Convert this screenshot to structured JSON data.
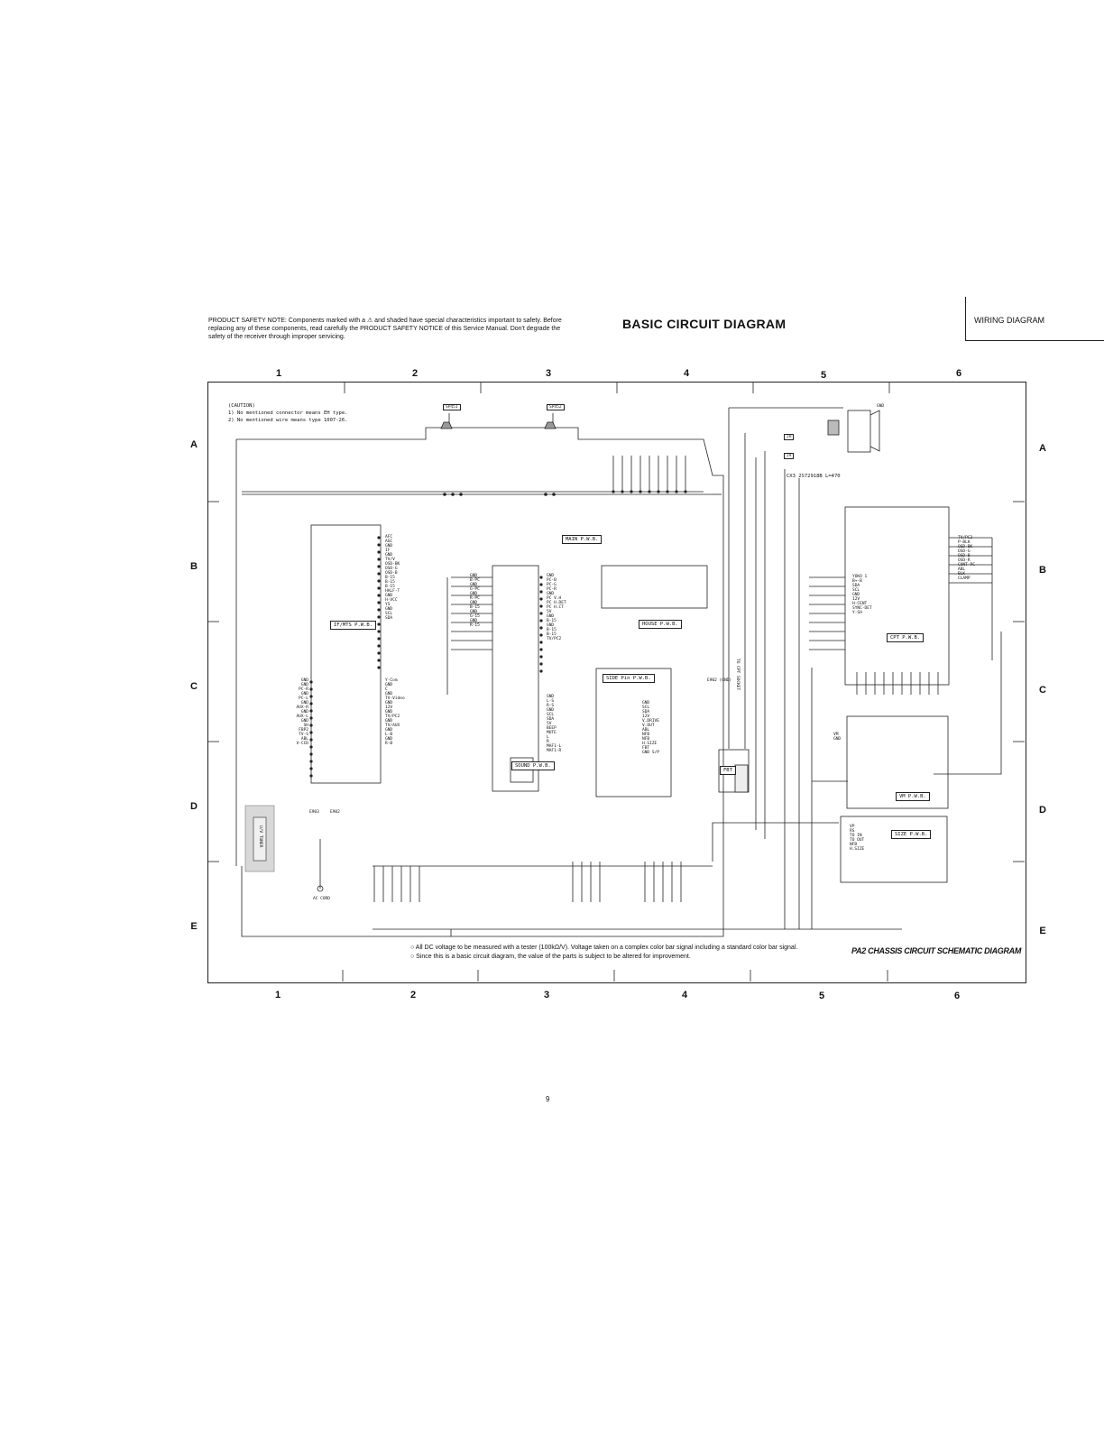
{
  "header": {
    "safety_note": "PRODUCT SAFETY NOTE: Components marked with a ⚠ and shaded have special characteristics important to safety. Before replacing any of these components, read carefully the PRODUCT SAFETY NOTICE of this Service Manual. Don't degrade the safety of the receiver through improper servicing.",
    "title": "BASIC CIRCUIT DIAGRAM",
    "section": "WIRING DIAGRAM"
  },
  "grid": {
    "columns": [
      "1",
      "2",
      "3",
      "4",
      "5",
      "6"
    ],
    "rows": [
      "A",
      "B",
      "C",
      "D",
      "E"
    ]
  },
  "caution": {
    "heading": "(CAUTION)",
    "lines": [
      "1) No mentioned connector means EH type.",
      "2) No mentioned wire means type 1007-26."
    ]
  },
  "boards": {
    "main": "MAIN P.W.B.",
    "ifmts": "IF/MTS P.W.B.",
    "house": "HOUSE P.W.B.",
    "sidepin": "SIDE Pin P.W.B.",
    "sound": "SOUND P.W.B.",
    "cpt": "CPT P.W.B.",
    "vm": "VM P.W.B.",
    "size": "SIZE P.W.B.",
    "tuner": "U/V TUNER",
    "fbt": "FBT",
    "ac_cord": "AC CORD"
  },
  "labels": {
    "sp1": "SP451",
    "sp2": "SP452",
    "jh": "JH",
    "js": "J9",
    "e902": "E902",
    "e903": "E903",
    "gnd": "GND",
    "cx": "CX3  2S72918B  L=470",
    "to_cpt": "TO CPT SOCKET",
    "e902b": "E902 (GND)"
  },
  "pins": {
    "ifmts": [
      "AFC",
      "AGC",
      "GND",
      "IF",
      "GND",
      "TV/V",
      "OSD-BK",
      "OSD-G",
      "OSD-B",
      "B-15",
      "B-15",
      "B-15",
      "HALF-T",
      "GND",
      "H-VCC",
      "YS",
      "GND",
      "SCL",
      "SDA"
    ],
    "ifmts_lower": [
      "Y-Com",
      "GND",
      "C",
      "GND",
      "TV-Video",
      "GND",
      "12V",
      "GND",
      "TV/PC2",
      "GND",
      "TV/AUX",
      "GND",
      "L-B",
      "GND",
      "R-B"
    ],
    "ifmts_left": [
      "GND",
      "GND",
      "PC-R",
      "GND",
      "PC-L",
      "GND",
      "AUX-R",
      "GND",
      "AUX-L",
      "GND",
      "SH",
      "FBP2",
      "TV-S",
      "ABL",
      "V-CCD"
    ],
    "main_left": [
      "GND",
      "B-PC",
      "GND",
      "G-PC",
      "GND",
      "R-PC",
      "GND",
      "B-15",
      "GND",
      "G-15",
      "GND",
      "R-15"
    ],
    "main_right": [
      "GND",
      "PC-B",
      "PC-G",
      "PC-R",
      "GND",
      "PC V.H",
      "PC H.DET",
      "PC H.CT",
      "5V",
      "GND",
      "B-15",
      "GND",
      "B-15",
      "B-15",
      "TV/PC2"
    ],
    "sound": [
      "GND",
      "L-S",
      "R-S",
      "GND",
      "SCL",
      "SDA",
      "5V",
      "BEEP",
      "MUTE",
      "L",
      "R",
      "MAF1-L",
      "MAF1-R"
    ],
    "sidepin": [
      "GND",
      "SCL",
      "SDA",
      "12V",
      "V.DRIVE",
      "V.OUT",
      "ABL",
      "NFB",
      "NFB",
      "H.SIZE",
      "FBT",
      "GND S/P"
    ],
    "cpt_left": [
      "YOKO 1",
      "B+-B",
      "SDA",
      "SCL",
      "GND",
      "12V",
      "H-CENT",
      "SYNC-DET",
      "Y-SH"
    ],
    "cpt_right": [
      "TV/PC2",
      "P-BLK",
      "OSD-BK",
      "OSD-G",
      "OSD-B",
      "OSD-R",
      "CONT-PC",
      "ABL",
      "BLK",
      "CLAMP"
    ],
    "size": [
      "VP",
      "RS",
      "TO IN",
      "TO OUT",
      "NFB",
      "H.SIZE"
    ],
    "vm": [
      "VM",
      "GND"
    ]
  },
  "footer": {
    "notes": [
      "○  All DC voltage to be measured with a tester (100kΩ/V). Voltage taken on a complex color bar signal including a standard color bar signal.",
      "○  Since this is a basic circuit diagram, the value of the parts is subject to be altered for improvement."
    ],
    "chassis": "PA2 CHASSIS CIRCUIT SCHEMATIC DIAGRAM",
    "page": "9"
  }
}
